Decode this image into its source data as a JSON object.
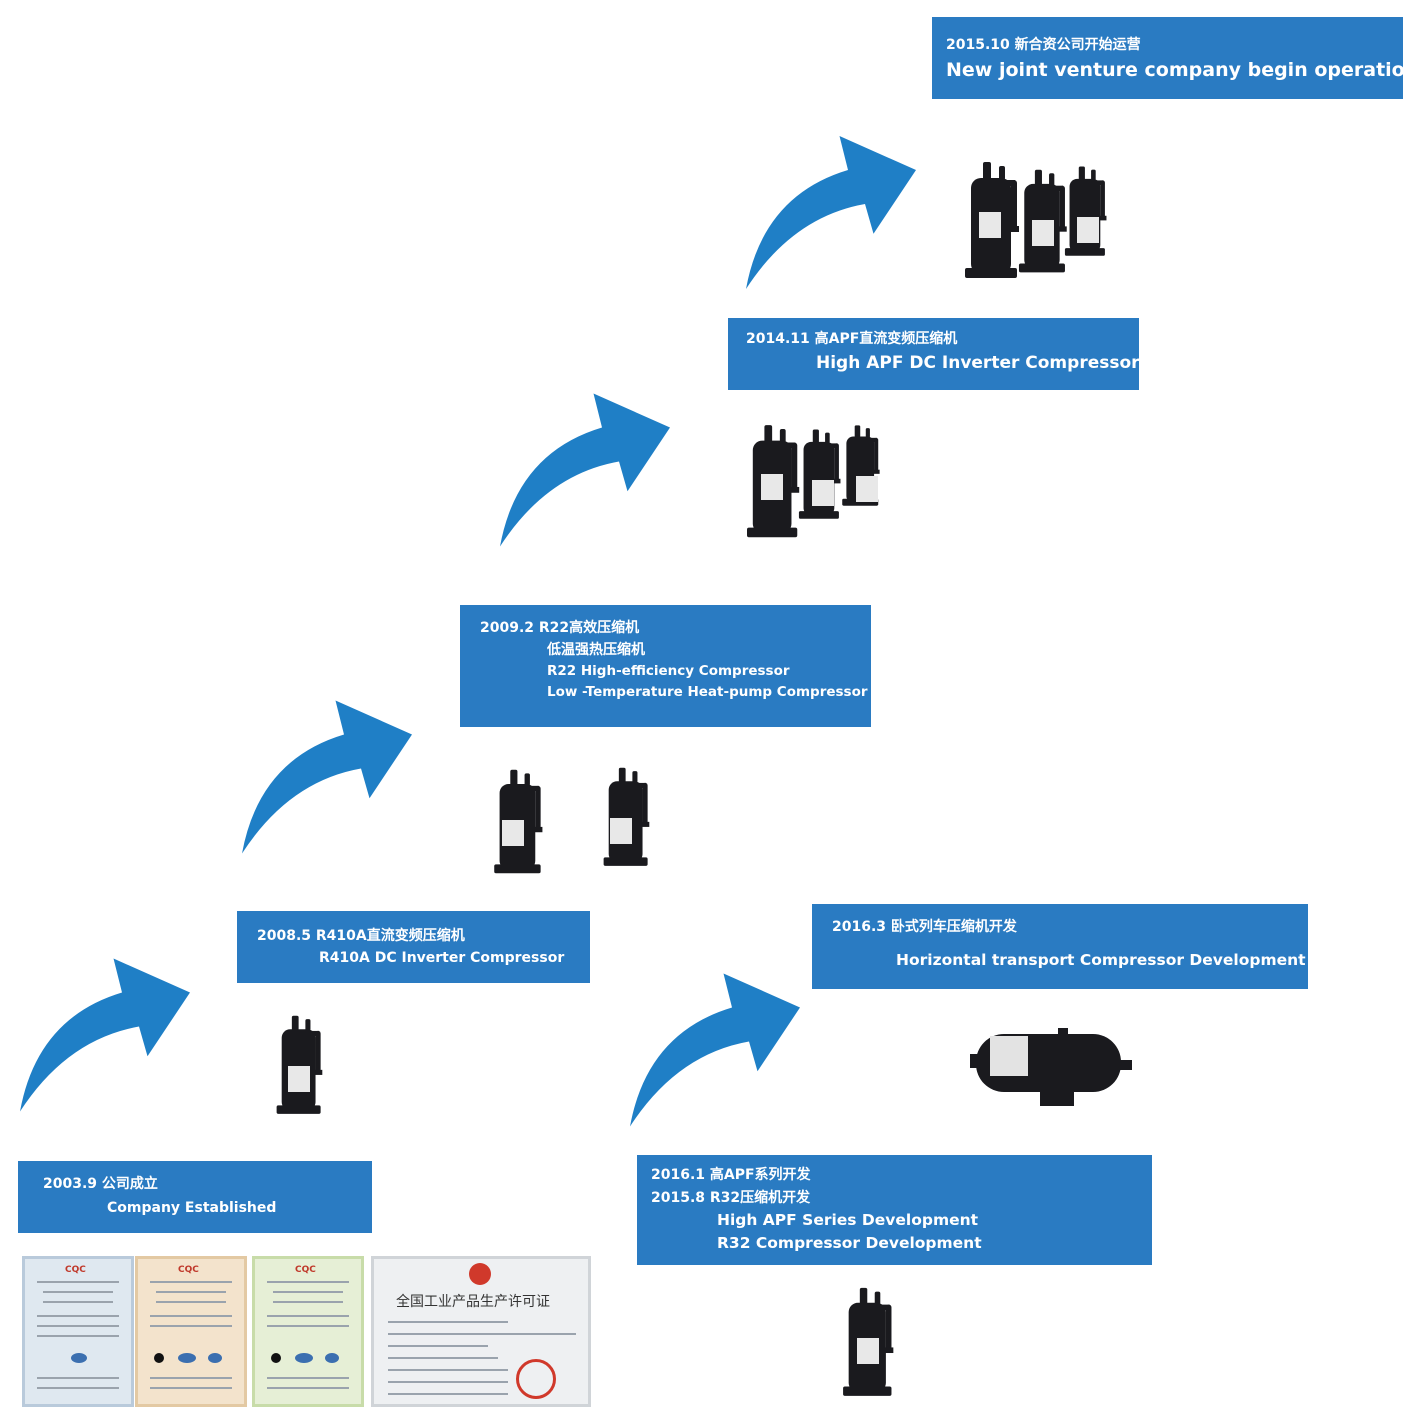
{
  "colors": {
    "box": "#2a7bc2",
    "arrow": "#1f7fc6",
    "text": "#ffffff",
    "compressor": "#1a1a1e"
  },
  "milestones": {
    "m2003": {
      "line1": "2003.9  公司成立",
      "line2": "Company  Established"
    },
    "m2008": {
      "line1": "2008.5  R410A直流变频压缩机",
      "line2": "R410A DC Inverter Compressor"
    },
    "m2009": {
      "line1": "2009.2  R22高效压缩机",
      "line2": "低温强热压缩机",
      "line3": "R22 High-efficiency Compressor",
      "line4": "Low -Temperature Heat-pump Compressor"
    },
    "m2014": {
      "line1": "2014.11 高APF直流变频压缩机",
      "line2": "High APF DC Inverter Compressor"
    },
    "m2015": {
      "line1": "2015.10 新合资公司开始运营",
      "line2": "New joint venture company begin operations"
    },
    "m2016a": {
      "line1": "2016.1  高APF系列开发",
      "line2": "2015.8  R32压缩机开发",
      "line3": "High APF Series Development",
      "line4": "R32 Compressor Development"
    },
    "m2016b": {
      "line1": "2016.3  卧式列车压缩机开发",
      "line2": "Horizontal transport Compressor Development"
    }
  },
  "certificates": {
    "license_title": "全国工业产品生产许可证",
    "cqc_mark": "CQC"
  }
}
